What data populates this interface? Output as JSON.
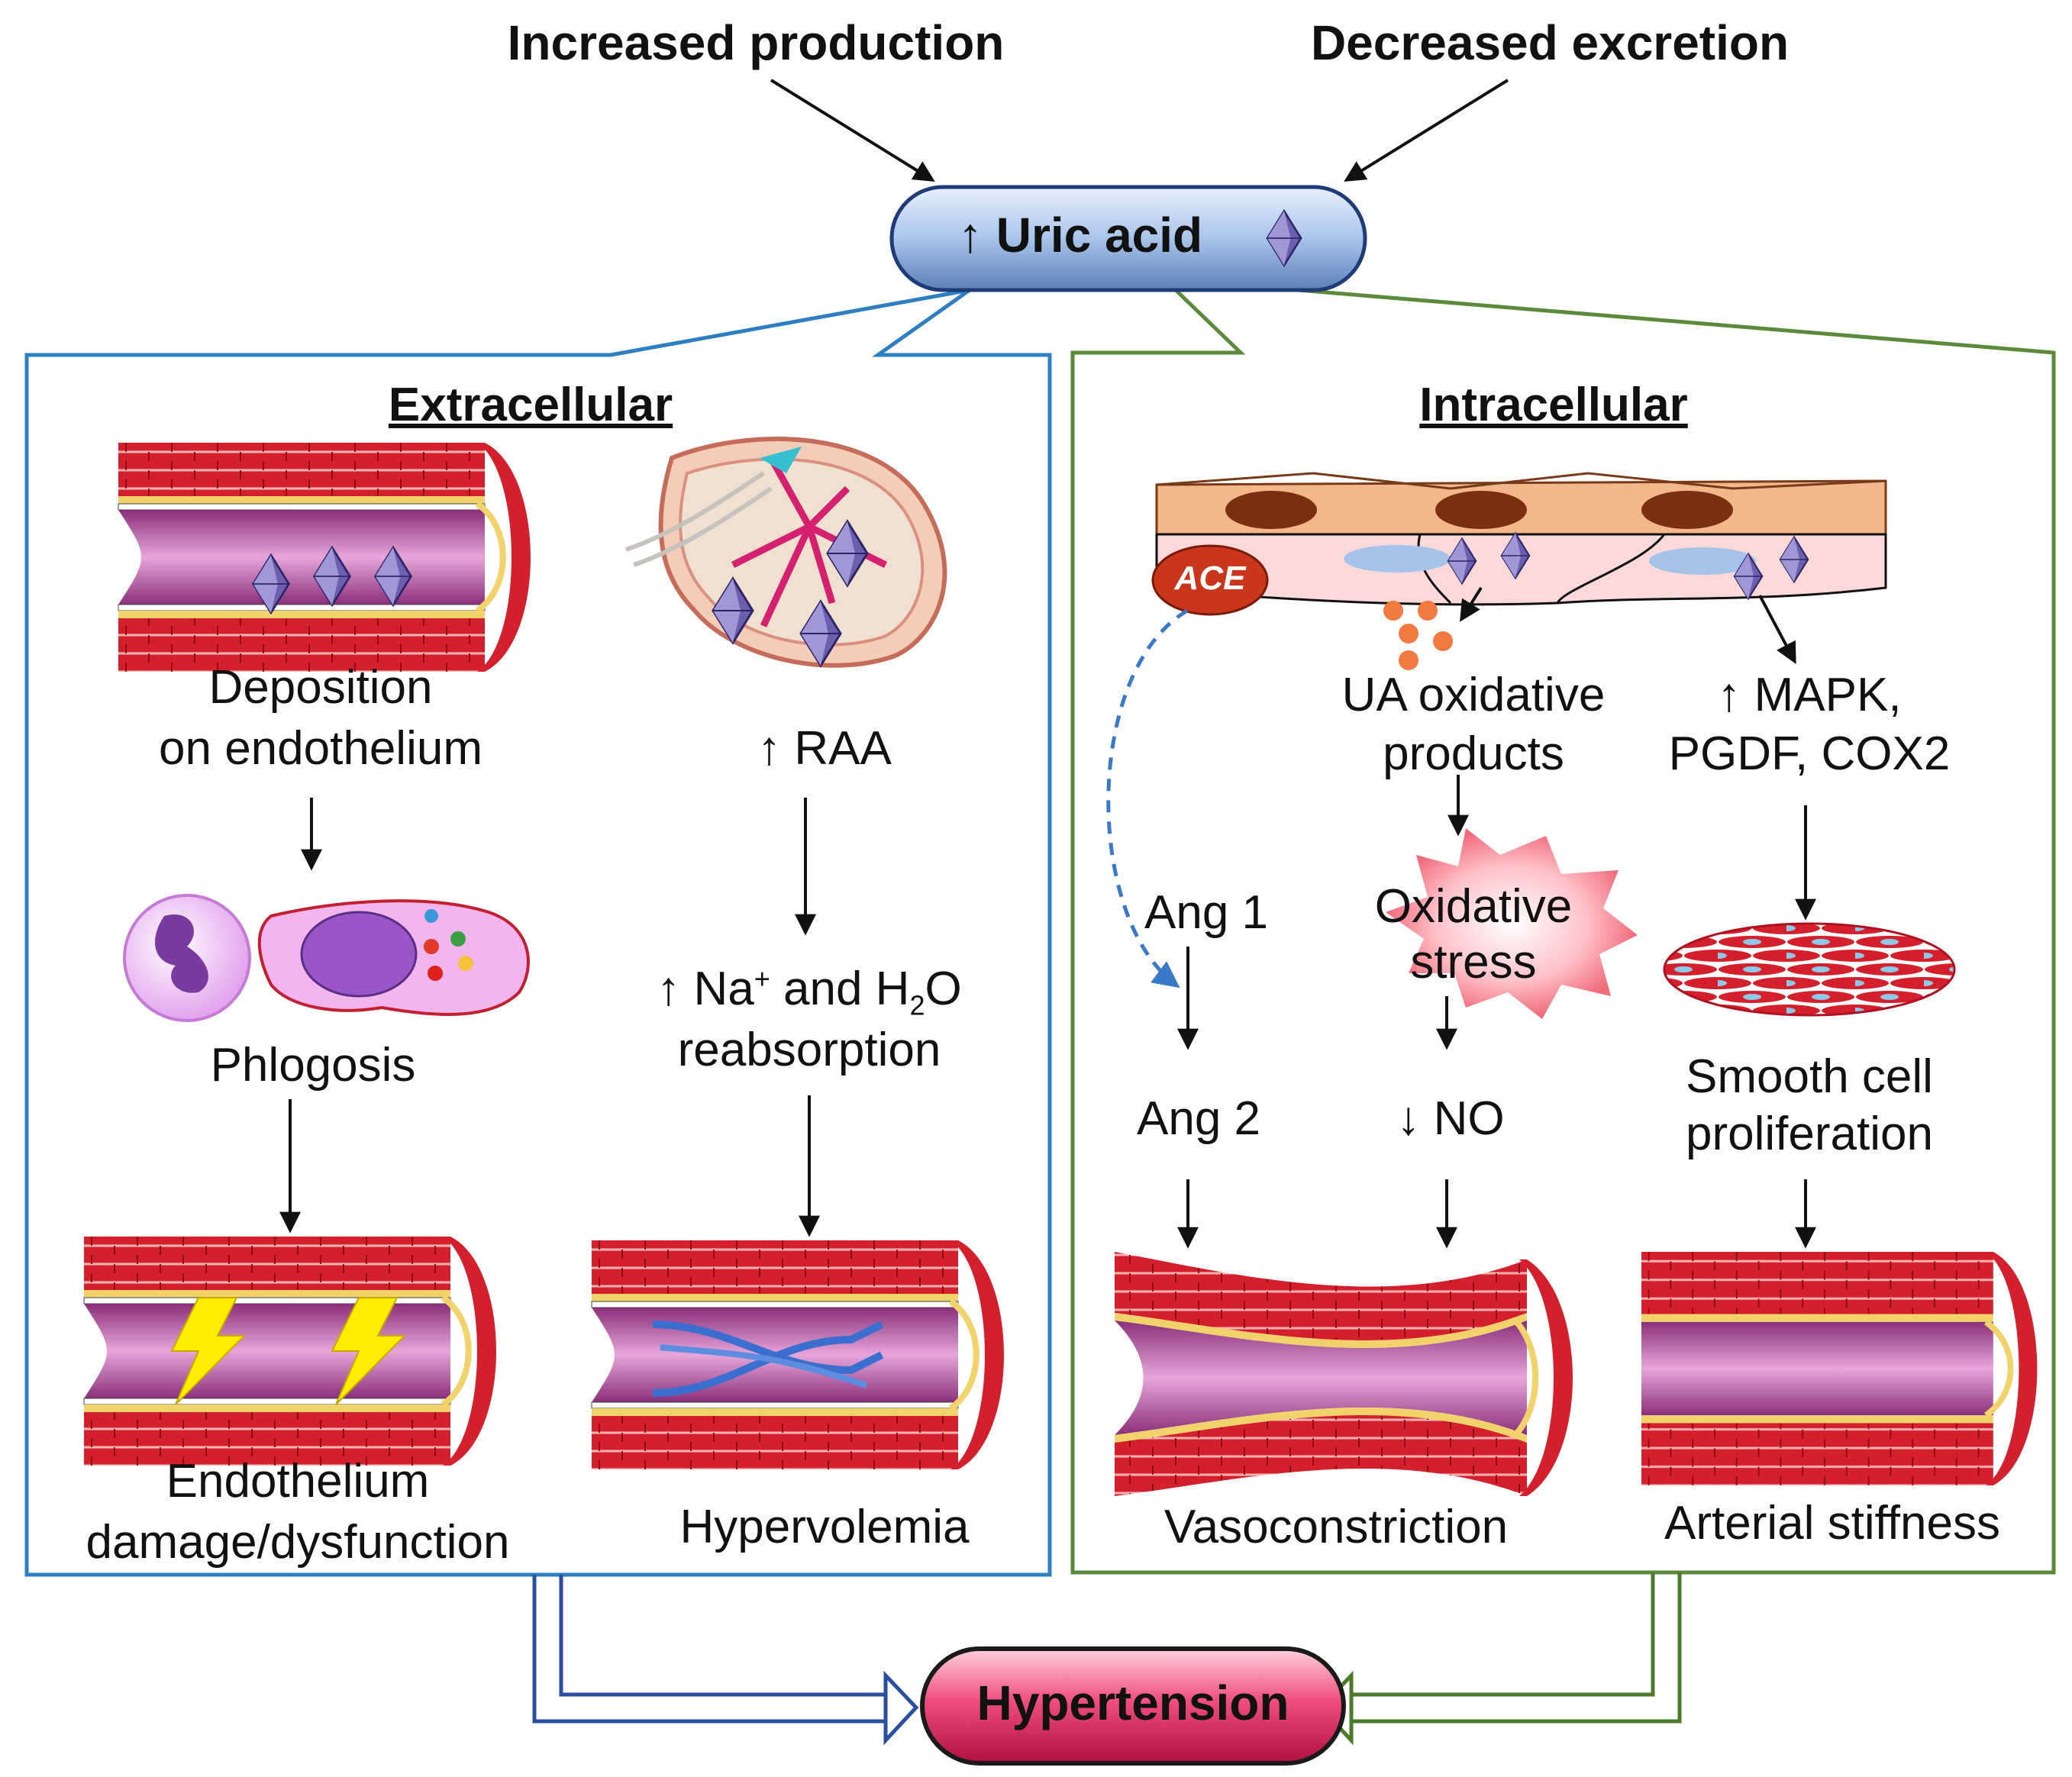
{
  "top": {
    "left_cause": "Increased production",
    "right_cause": "Decreased excretion"
  },
  "center": {
    "arrow": "↑",
    "label": "Uric acid"
  },
  "extracellular": {
    "title": "Extracellular",
    "deposition_line1": "Deposition",
    "deposition_line2": "on endothelium",
    "phlogosis": "Phlogosis",
    "damage_line1": "Endothelium",
    "damage_line2": "damage/dysfunction",
    "raa": "↑ RAA",
    "na_arrow": "↑ Na",
    "na_sup": "+",
    "na_and": " and H",
    "h2o_sub": "2",
    "h2o_o": "O",
    "reabsorption": "reabsorption",
    "hypervolemia": "Hypervolemia"
  },
  "intracellular": {
    "title": "Intracellular",
    "ace": "ACE",
    "ua_line1": "UA oxidative",
    "ua_line2": "products",
    "mapk_line1": "↑ MAPK,",
    "mapk_line2": "PGDF, COX2",
    "oxidative_line1": "Oxidative",
    "oxidative_line2": "stress",
    "ang1": "Ang 1",
    "ang2": "Ang 2",
    "no": "↓ NO",
    "smooth_line1": "Smooth cell",
    "smooth_line2": "proliferation",
    "vasoconstriction": "Vasoconstriction",
    "stiffness": "Arterial stiffness"
  },
  "outcome": "Hypertension",
  "colors": {
    "extracellular_border": "#2e7fc1",
    "intracellular_border": "#5b8a3a",
    "vessel_wall": "#d4202c",
    "vessel_lumen": "#b04e98",
    "hypertension_pill": "#d81e5b",
    "uric_pill": "#a9c4ea",
    "ace": "#c9361c"
  }
}
